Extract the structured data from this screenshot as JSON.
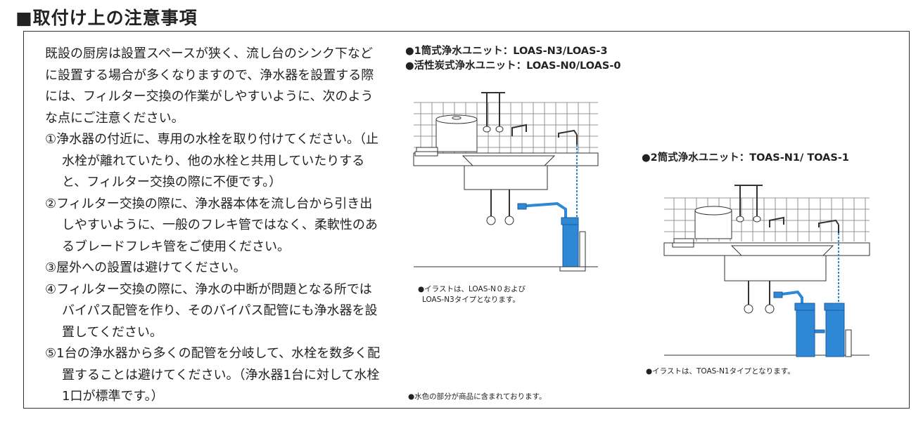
{
  "heading": "■取付け上の注意事項",
  "intro": "既設の厨房は設置スペースが狭く、流し台のシンク下などに設置する場合が多くなりますので、浄水器を設置する際には、フィルター交換の作業がしやすいように、次のような点にご注意ください。",
  "items": [
    "①浄水器の付近に、専用の水栓を取り付けてください。（止水栓が離れていたり、他の水栓と共用していたりすると、フィルター交換の際に不便です。）",
    "②フィルター交換の際に、浄水器本体を流し台から引き出しやすいように、一般のフレキ管ではなく、柔軟性のあるブレードフレキ管をご使用ください。",
    "③屋外への設置は避けてください。",
    "④フィルター交換の際に、浄水の中断が問題となる所ではバイパス配管を作り、そのバイパス配管にも浄水器を設置してください。",
    "⑤1台の浄水器から多くの配管を分岐して、水栓を数多く配置することは避けてください。（浄水器1台に対して水栓1口が標準です。）"
  ],
  "figure1": {
    "caption_line1": "●1筒式浄水ユニット：LOAS-N3/LOAS-3",
    "caption_line2": "●活性炭式浄水ユニット：LOAS-N0/LOAS-0",
    "note_line1": "●イラストは、LOAS-N０および",
    "note_line2": "LOAS-N3タイプとなります。"
  },
  "figure2": {
    "caption": "●2筒式浄水ユニット：TOAS-N1/ TOAS-1",
    "note": "●イラストは、TOAS-N1タイプとなります。"
  },
  "footnote": "●水色の部分が商品に含まれております。",
  "colors": {
    "product_blue": "#2f88d6",
    "line": "#333333"
  }
}
